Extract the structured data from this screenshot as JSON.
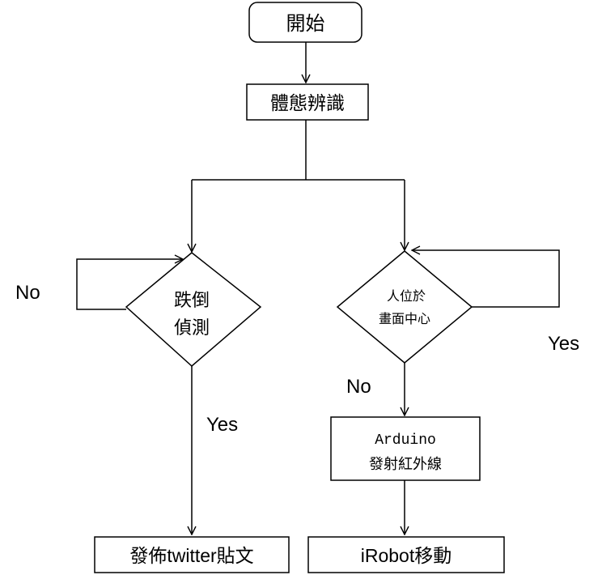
{
  "nodes": {
    "start": {
      "label": "開始"
    },
    "pose_recognition": {
      "label": "體態辨識"
    },
    "fall_detection": {
      "line1": "跌倒",
      "line2": "偵測"
    },
    "person_centered": {
      "line1": "人位於",
      "line2": "畫面中心"
    },
    "arduino_ir": {
      "line1": "Arduino",
      "line2": "發射紅外線"
    },
    "post_twitter": {
      "label": "發佈twitter貼文"
    },
    "irobot_move": {
      "label": "iRobot移動"
    }
  },
  "edge_labels": {
    "fall_no": "No",
    "fall_yes": "Yes",
    "center_no": "No",
    "center_yes": "Yes"
  }
}
